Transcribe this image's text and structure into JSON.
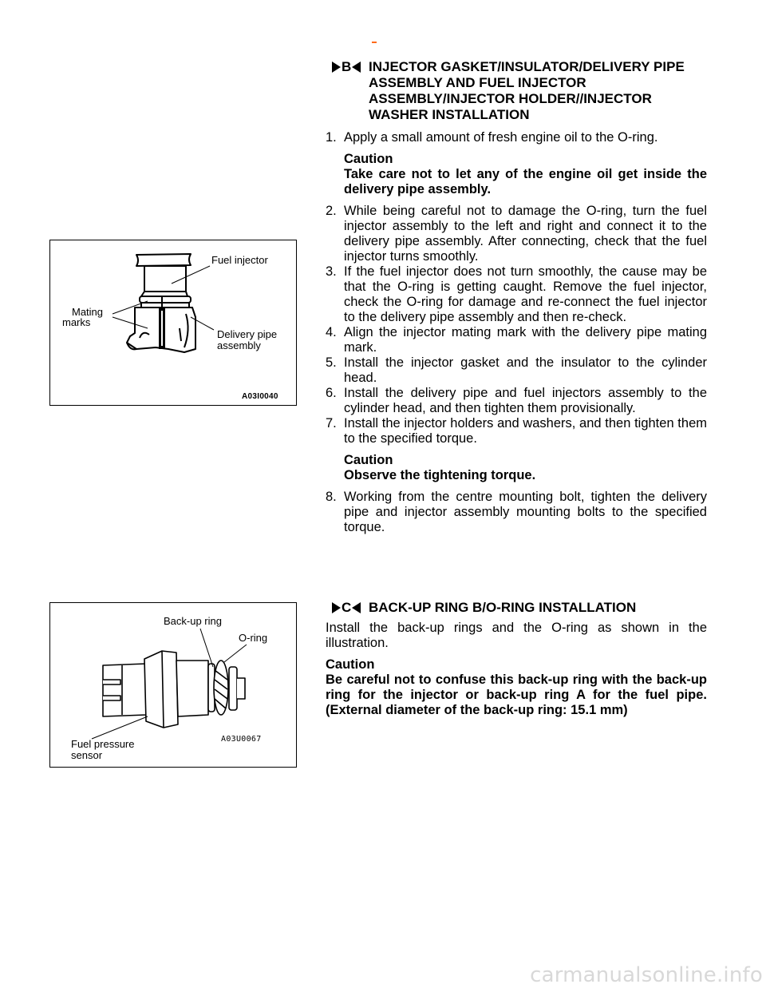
{
  "section_b": {
    "tag_letter": "B",
    "title_lines": [
      "INJECTOR GASKET/INSULATOR/DELIVERY PIPE",
      "ASSEMBLY AND FUEL INJECTOR",
      "ASSEMBLY/INJECTOR HOLDER//INJECTOR",
      "WASHER INSTALLATION"
    ],
    "steps": [
      {
        "num": "1.",
        "text": "Apply a small amount of fresh engine oil to the O-ring."
      },
      {
        "num": "2.",
        "text": "While being careful not to damage the O-ring, turn the fuel injector assembly to the left and right and connect it to the delivery pipe assembly. After connecting, check that the fuel injector turns smoothly."
      },
      {
        "num": "3.",
        "text": "If the fuel injector does not turn smoothly, the cause may be that the O-ring is getting caught. Remove the fuel injector, check the O-ring for damage and re-connect the fuel injector to the delivery pipe assembly and then re-check."
      },
      {
        "num": "4.",
        "text": "Align the injector mating mark with the delivery pipe mating mark."
      },
      {
        "num": "5.",
        "text": "Install the injector gasket and the insulator to the cylinder head."
      },
      {
        "num": "6.",
        "text": "Install the delivery pipe and fuel injectors assembly to the cylinder head, and then tighten them provisionally."
      },
      {
        "num": "7.",
        "text": "Install the injector holders and washers, and then tighten them to the specified torque."
      },
      {
        "num": "8.",
        "text": "Working from the centre mounting bolt, tighten the delivery pipe and injector assembly mounting bolts to the specified torque."
      }
    ],
    "caution1_title": "Caution",
    "caution1_text": "Take care not to let any of the engine oil get inside the delivery pipe assembly.",
    "caution2_title": "Caution",
    "caution2_text": "Observe the tightening torque."
  },
  "section_c": {
    "tag_letter": "C",
    "title": "BACK-UP RING B/O-RING INSTALLATION",
    "body": "Install the back-up rings and the O-ring as shown in the illustration.",
    "caution_title": "Caution",
    "caution_text": "Be careful not to confuse this back-up ring with the back-up ring for the injector or back-up ring A for the fuel pipe.  (External diameter of the back-up ring: 15.1 mm)"
  },
  "figure1": {
    "label_fuel_injector": "Fuel injector",
    "label_mating_1": "Mating",
    "label_mating_2": "marks",
    "label_delivery_1": "Delivery pipe",
    "label_delivery_2": "assembly",
    "code": "A03I0040"
  },
  "figure2": {
    "label_backup": "Back-up ring",
    "label_oring": "O-ring",
    "label_sensor_1": "Fuel pressure",
    "label_sensor_2": "sensor",
    "code": "A03U0067"
  },
  "watermark": "carmanualsonline.info"
}
